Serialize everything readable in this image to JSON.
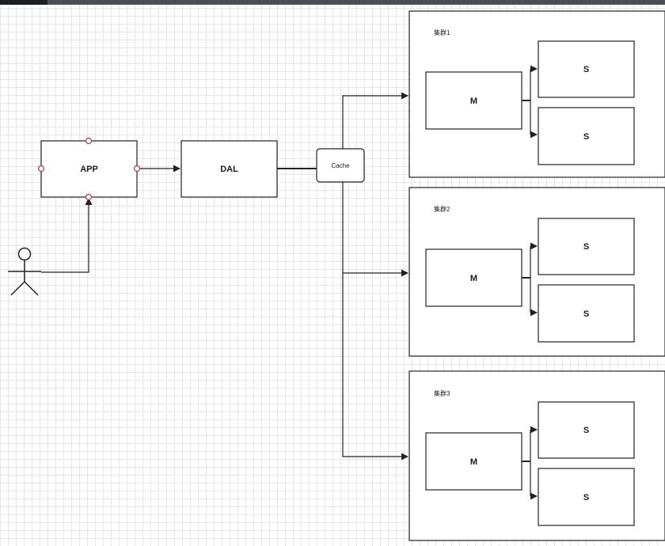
{
  "diagram": {
    "app_label": "APP",
    "dal_label": "DAL",
    "cache_label": "Cache",
    "clusters": [
      {
        "title": "集群1",
        "master": "M",
        "slaves": [
          "S",
          "S"
        ]
      },
      {
        "title": "集群2",
        "master": "M",
        "slaves": [
          "S",
          "S"
        ]
      },
      {
        "title": "集群3",
        "master": "M",
        "slaves": [
          "S",
          "S"
        ]
      }
    ]
  },
  "colors": {
    "stroke": "#222222",
    "grid": "#e6e6e6",
    "connection_point": "#b03a48",
    "topbar": "#4a4f55"
  }
}
